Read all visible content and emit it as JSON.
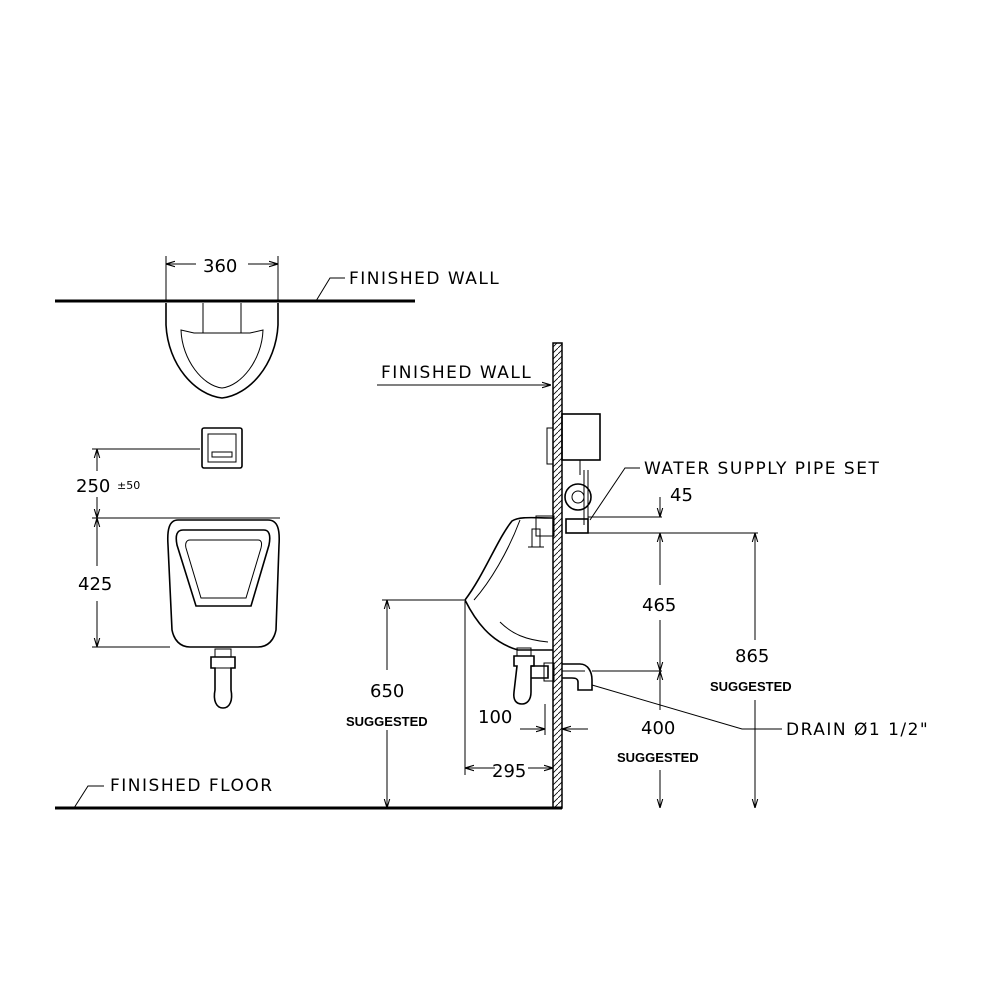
{
  "labels": {
    "finished_wall_top": "FINISHED WALL",
    "finished_wall_side": "FINISHED WALL",
    "water_supply": "WATER SUPPLY PIPE SET",
    "drain": "DRAIN Ø1 1/2\"",
    "finished_floor": "FINISHED FLOOR"
  },
  "dimensions": {
    "width_360": "360",
    "sensor_250": "250",
    "sensor_tol": "±50",
    "height_425": "425",
    "spud_45": "45",
    "dim_465": "465",
    "dim_865": "865",
    "dim_865_note": "SUGGESTED",
    "dim_650": "650",
    "dim_650_note": "SUGGESTED",
    "dim_400": "400",
    "dim_400_note": "SUGGESTED",
    "dim_100": "100",
    "dim_295": "295"
  }
}
